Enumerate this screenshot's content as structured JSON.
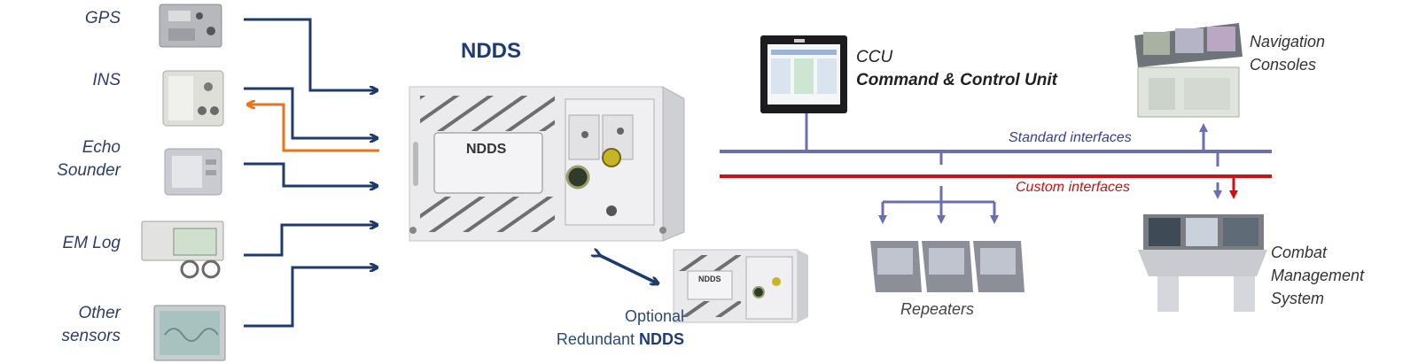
{
  "main_title": "NDDS",
  "sensors": {
    "gps": "GPS",
    "ins": "INS",
    "echo_line1": "Echo",
    "echo_line2": "Sounder",
    "emlog": "EM Log",
    "other_line1": "Other",
    "other_line2": "sensors"
  },
  "unit_face_label": "NDDS",
  "redundant": {
    "line1": "Optional",
    "line2_prefix": "Redundant ",
    "line2_bold": "NDDS",
    "face_label": "NDDS"
  },
  "ccu": {
    "line1": "CCU",
    "line2": "Command & Control Unit"
  },
  "navigation": {
    "line1": "Navigation",
    "line2": "Consoles"
  },
  "interfaces": {
    "standard": "Standard interfaces",
    "custom": "Custom interfaces"
  },
  "repeaters": "Repeaters",
  "combat": {
    "line1": "Combat",
    "line2": "Management",
    "line3": "System"
  },
  "colors": {
    "sensor_arrow": "#1f3b6e",
    "feedback_arrow": "#e8741c",
    "standard_bus": "#6b6fb0",
    "custom_bus": "#cc1111",
    "unit_body": "#e8e8ea"
  }
}
